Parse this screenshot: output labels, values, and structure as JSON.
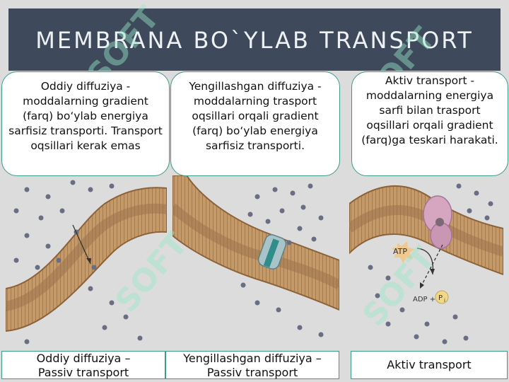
{
  "title": "MEMBRANA BO`YLAB TRANSPORT",
  "bubbles": {
    "simple": "Oddiy diffuziya - moddalarning gradient (farq) bo‘ylab energiya sarfisiz transporti. Transport oqsillari kerak emas",
    "facilitated": "Yengillashgan diffuziya - moddalarning trasport oqsillari orqali gradient (farq) bo‘ylab energiya sarfisiz transporti.",
    "active": "Aktiv transport - moddalarning energiya sarfi bilan trasport oqsillari orqali gradient (farq)ga teskari harakati."
  },
  "captions": {
    "simple": "Oddiy diffuziya – Passiv transport",
    "facilitated": "Yengillashgan diffuziya – Passiv transport",
    "active": "Aktiv transport"
  },
  "diagram_labels": {
    "atp": "ATP",
    "adp": "ADP +",
    "pi": "P",
    "pi_sub": "i"
  },
  "watermark": "SOFT",
  "colors": {
    "title_bg": "#3e4a5b",
    "accent_border": "#3a9b88",
    "membrane": "#b8895a",
    "molecule": "#6a6e84"
  }
}
